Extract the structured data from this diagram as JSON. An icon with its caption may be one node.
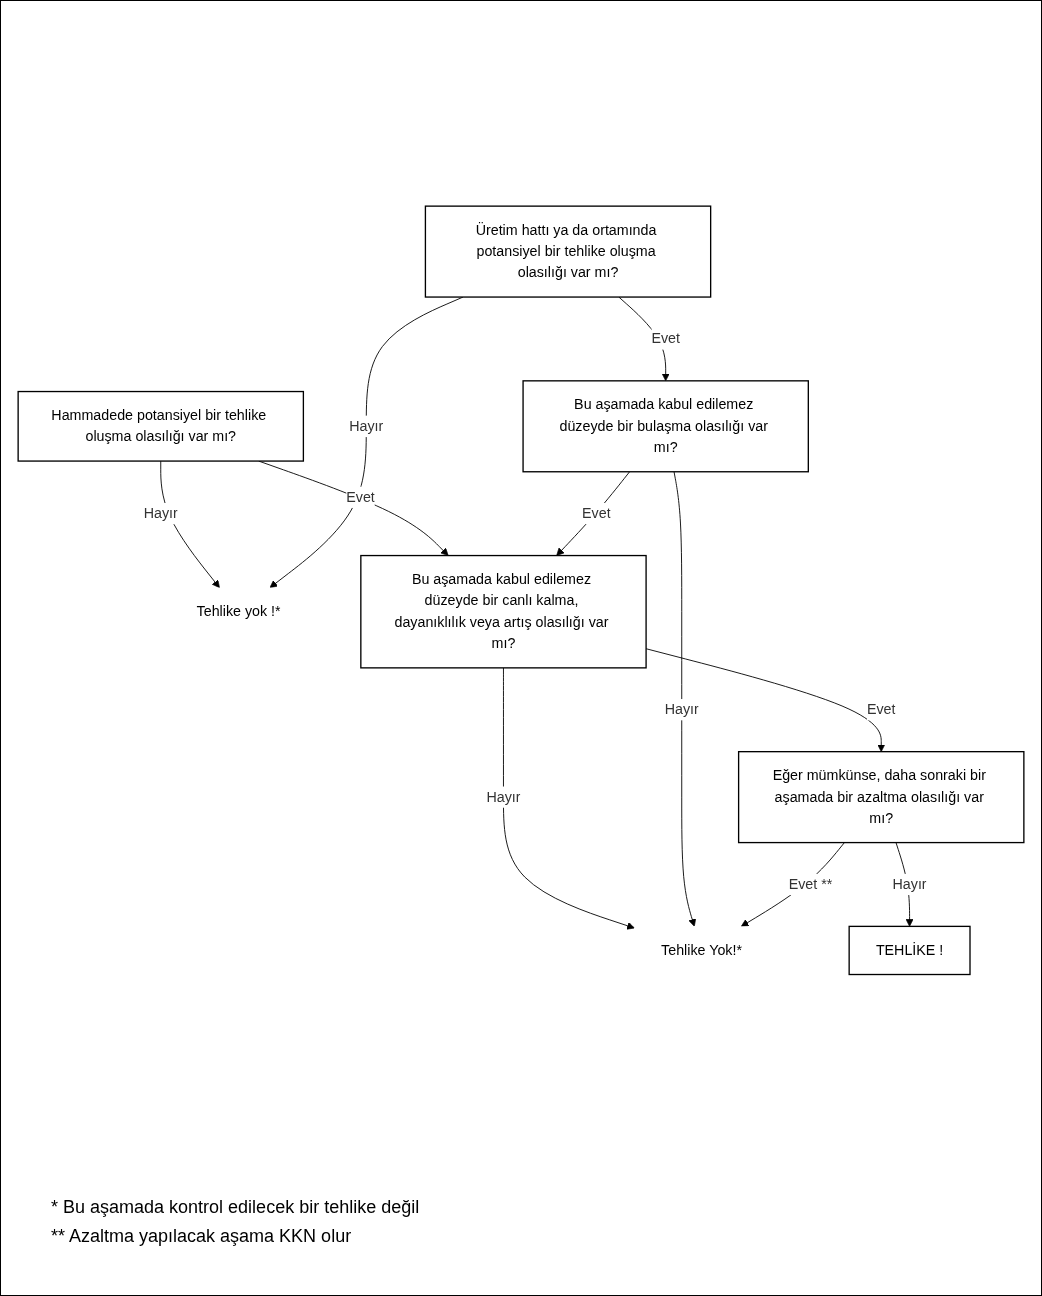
{
  "diagram": {
    "nodes": [
      {
        "text": [
          "Hammadede potansiyel bir tehlike oluşma olasılığı var mı?"
        ]
      },
      {
        "text": [
          "Üretim hattı ya da ortamında potansiyel bir tehlike oluşma olasılığı var mı?"
        ]
      },
      {
        "text": [
          "Tehlike yok !*"
        ]
      },
      {
        "text": [
          "Bu aşamada kabul edilemez düzeyde bir canlı kalma, dayanıklılık veya artış olasılığı var mı?"
        ]
      },
      {
        "text": [
          "Bu aşamada kabul edilemez düzeyde bir bulaşma olasılığı var mı?"
        ]
      },
      {
        "text": [
          "Tehlike Yok!*"
        ]
      },
      {
        "text": [
          "Eğer mümkünse, daha sonraki bir aşamada bir azaltma olasılığı var mı?"
        ]
      },
      {
        "text": [
          "TEHLİKE !"
        ]
      }
    ],
    "edges": [
      {
        "from": 0,
        "to": 3,
        "arrow": "to",
        "label": "Evet"
      },
      {
        "from": 0,
        "to": 2,
        "arrow": "to",
        "label": "Hayır"
      },
      {
        "from": 1,
        "to": 2,
        "arrow": "to",
        "label": "Hayır"
      },
      {
        "from": 1,
        "to": 4,
        "arrow": "to",
        "label": "Evet"
      },
      {
        "from": 4,
        "to": 3,
        "arrow": "to",
        "label": "Evet"
      },
      {
        "from": 3,
        "to": 6,
        "arrow": "to",
        "label": "Evet"
      },
      {
        "from": 3,
        "to": 5,
        "arrow": "to",
        "label": "Hayır"
      },
      {
        "from": 4,
        "to": 5,
        "arrow": "to",
        "label": "Hayır"
      },
      {
        "from": 6,
        "to": 5,
        "arrow": "to",
        "label": "Evet **"
      },
      {
        "from": 6,
        "to": 7,
        "arrow": "to",
        "label": "Hayır"
      }
    ],
    "labels": [
      "* Bu aşamada kontrol edilecek bir tehlike değil",
      "** Azaltma yapılacak aşama KKN olur"
    ]
  }
}
